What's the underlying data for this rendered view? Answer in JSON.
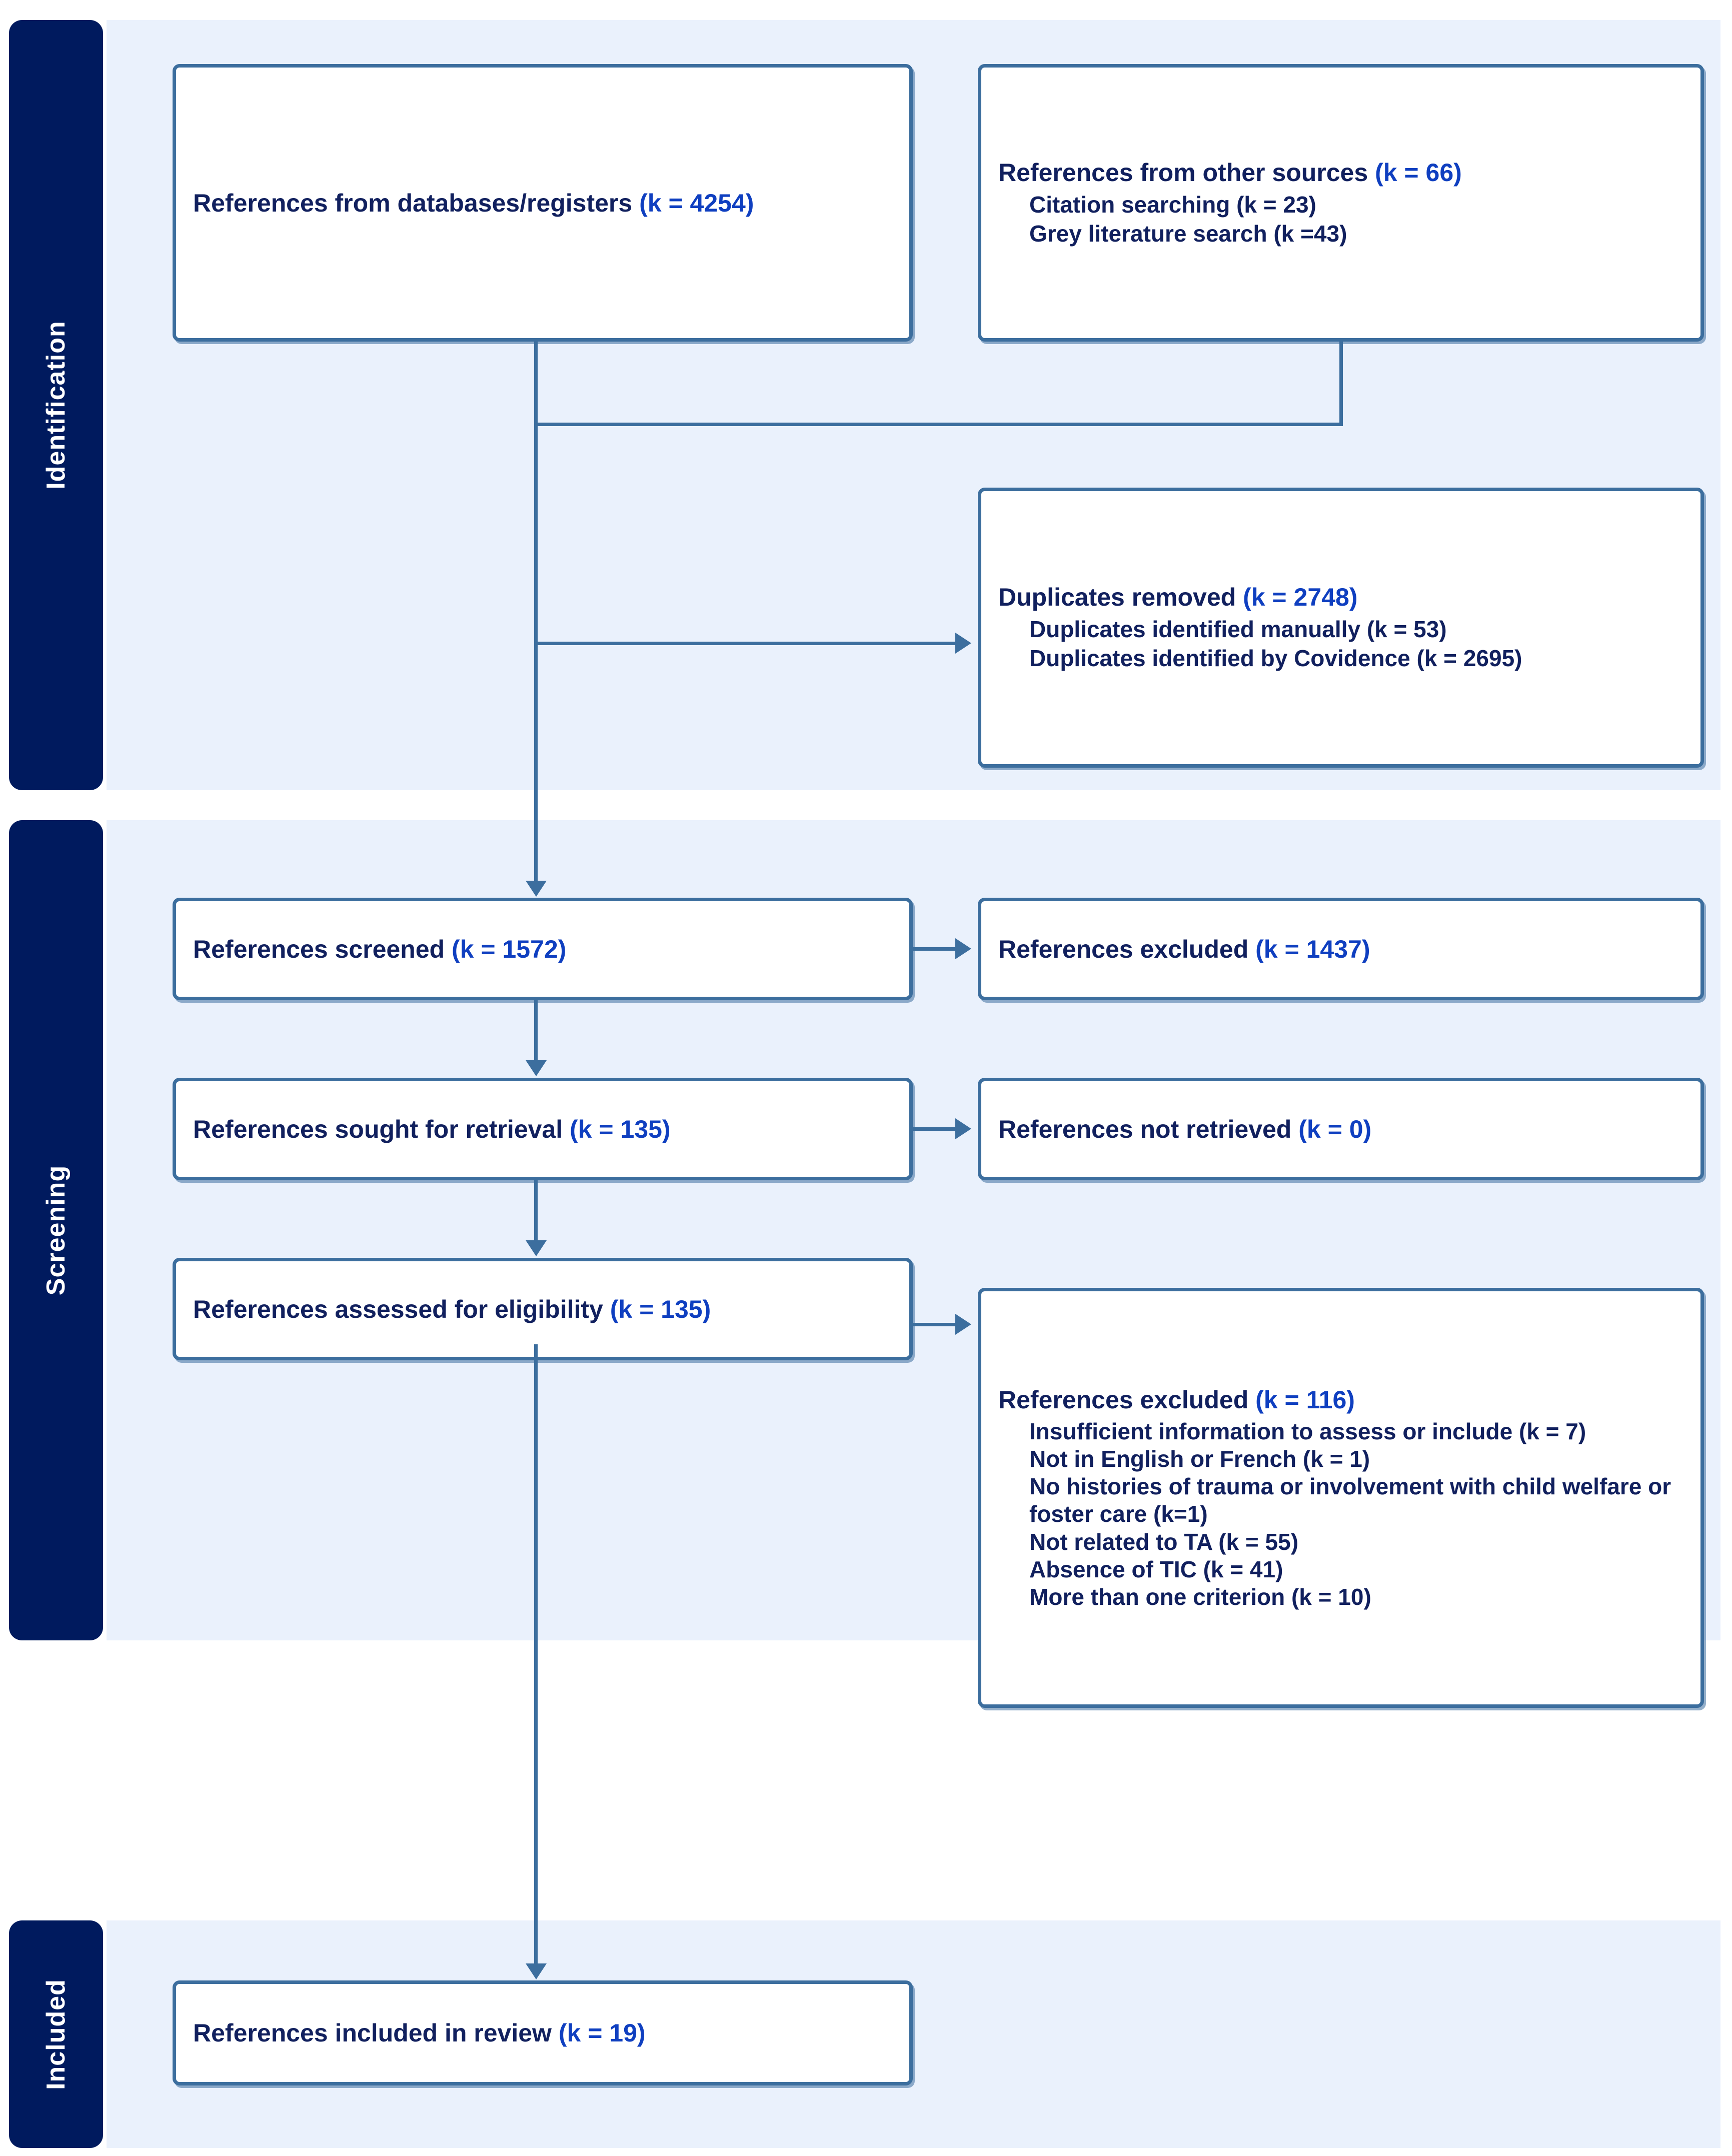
{
  "diagram": {
    "type": "prisma-flow-diagram",
    "colors": {
      "band_background": "#eaf1fc",
      "band_label_background": "#001a5e",
      "band_label_text": "#ffffff",
      "box_border": "#3c6e9e",
      "box_background": "#ffffff",
      "text": "#11205e",
      "count_accent": "#0f3fc0"
    }
  },
  "bands": [
    {
      "label": "Identification"
    },
    {
      "label": "Screening"
    },
    {
      "label": "Included"
    }
  ],
  "boxes": {
    "databases": {
      "title": "References from databases/registers",
      "count": "(k = 4254)"
    },
    "other_sources": {
      "title": "References from other sources",
      "count": "(k = 66)",
      "items": [
        "Citation searching (k = 23)",
        "Grey literature search (k =43)"
      ]
    },
    "duplicates": {
      "title": "Duplicates removed",
      "count": "(k = 2748)",
      "items": [
        "Duplicates identified manually (k = 53)",
        "Duplicates identified by Covidence (k = 2695)"
      ]
    },
    "screened": {
      "title": "References screened",
      "count": "(k = 1572)"
    },
    "screened_excluded": {
      "title": "References excluded",
      "count": "(k = 1437)"
    },
    "sought": {
      "title": "References sought for retrieval",
      "count": "(k = 135)"
    },
    "not_retrieved": {
      "title": "References not retrieved",
      "count": "(k = 0)"
    },
    "assessed": {
      "title": "References assessed for eligibility",
      "count": "(k = 135)"
    },
    "eligibility_excluded": {
      "title": "References excluded",
      "count": "(k = 116)",
      "items": [
        "Insufficient information to assess or include (k = 7)",
        "Not in English or French (k = 1)",
        "No histories of trauma or involvement with child welfare or foster care (k=1)",
        "Not related to TA (k = 55)",
        "Absence of TIC (k = 41)",
        "More than one criterion (k = 10)"
      ]
    },
    "included": {
      "title": "References included in review",
      "count": "(k = 19)"
    }
  }
}
